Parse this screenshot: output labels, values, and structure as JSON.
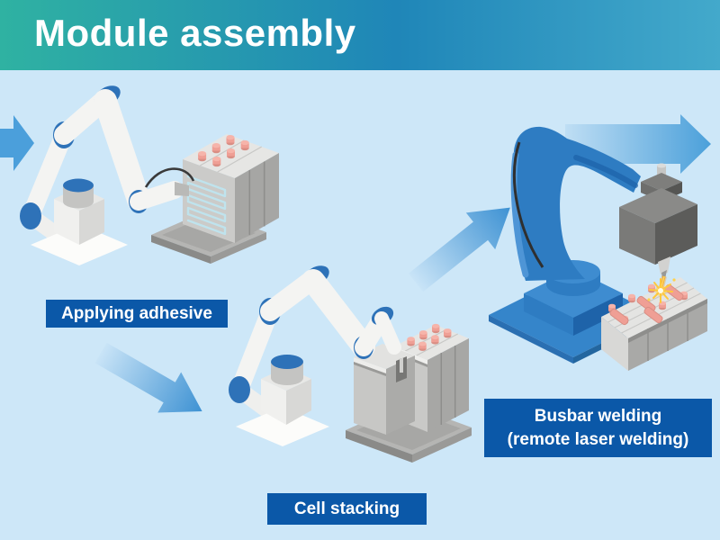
{
  "header": {
    "title": "Module assembly",
    "gradient": [
      "#2FB2A2",
      "#1F86B8",
      "#43A9CB"
    ]
  },
  "canvas": {
    "background_color": "#CDE7F8"
  },
  "steps": [
    {
      "id": "applying-adhesive",
      "label": "Applying adhesive"
    },
    {
      "id": "cell-stacking",
      "label": "Cell stacking"
    },
    {
      "id": "busbar-welding",
      "label": "Busbar welding\n(remote laser welding)"
    }
  ],
  "illustration": {
    "parts": [
      "flow-arrow-in",
      "cobot-arm-applying-adhesive",
      "battery-module-with-adhesive",
      "flow-arrow-to-cell-stacking",
      "cobot-arm-cell-stacking",
      "battery-cell-stack",
      "flow-arrow-to-busbar-welding",
      "industrial-robot-laser-welder",
      "battery-module-with-busbars",
      "flow-arrow-out"
    ]
  },
  "colors": {
    "step_label_bg": "#0B58A8",
    "step_label_text": "#FFFFFF",
    "arrow_solid_blue": "#4B9FDB",
    "arrow_gradient_end": "#3E92D3",
    "cobot_body_white": "#F4F4F2",
    "cobot_joint_blue": "#2E72B8",
    "industrial_robot_blue": "#2E7CC2",
    "battery_gray": "#C9C9C7",
    "battery_terminal_pink": "#EF9F95",
    "adhesive_bead_cyan": "#BFE3ED",
    "laser_beam_orange": "#F5A93C",
    "spark_yellow": "#FFD24D"
  }
}
